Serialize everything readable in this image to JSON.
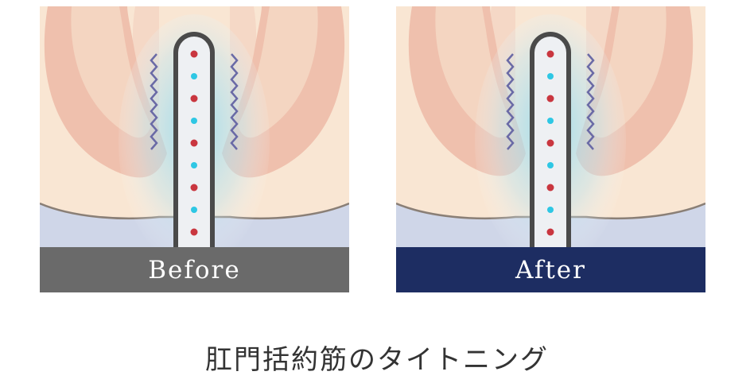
{
  "panels": {
    "before": {
      "label": "Before",
      "bar_color": "#6a6a6a"
    },
    "after": {
      "label": "After",
      "bar_color": "#1d2d62"
    }
  },
  "caption": "肛門括約筋のタイトニング",
  "colors": {
    "background": "#f9e6d3",
    "muscle": "#efc0ad",
    "muscle_edge": "#f4d8c4",
    "fluid": "#cfd6e8",
    "probe_dot_red": "#c9363f",
    "probe_dot_cyan": "#2ec7e4",
    "wave": "#6a6aa6",
    "glow": "#8fd9ee"
  },
  "icons": [
    "probe-icon",
    "vibration-wave-icon"
  ]
}
